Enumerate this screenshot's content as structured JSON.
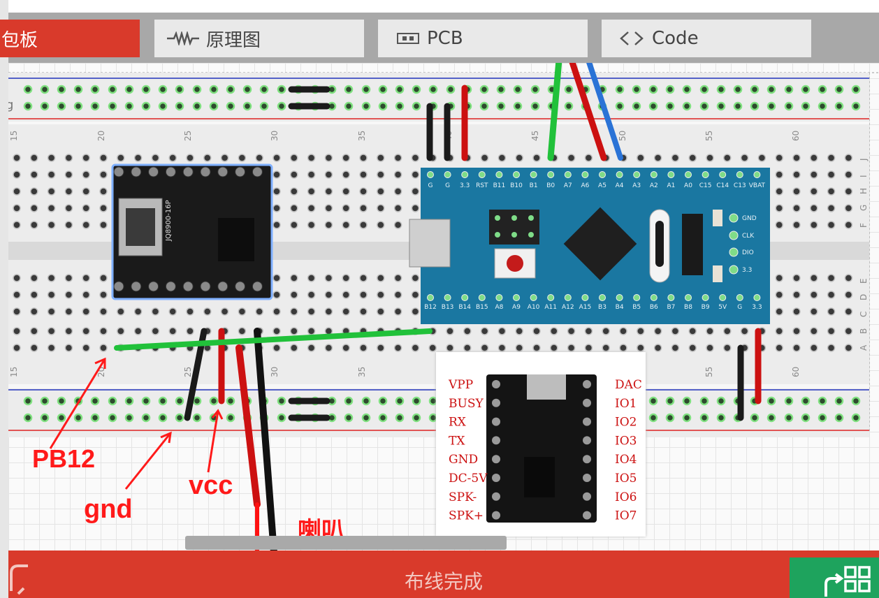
{
  "tabs": [
    {
      "label": "包板",
      "icon": "breadboard-icon",
      "active": true
    },
    {
      "label": "原理图",
      "icon": "resistor-icon",
      "active": false
    },
    {
      "label": "PCB",
      "icon": "chip-icon",
      "active": false
    },
    {
      "label": "Code",
      "icon": "code-brackets-icon",
      "active": false
    }
  ],
  "breadboard": {
    "column_numbers": [
      "15",
      "20",
      "25",
      "30",
      "35",
      "40",
      "45",
      "50",
      "55",
      "60"
    ],
    "row_letters_top": [
      "J",
      "I",
      "H",
      "G",
      "F"
    ],
    "row_letters_bottom": [
      "E",
      "D",
      "C",
      "B",
      "A"
    ],
    "edge_letter": "g"
  },
  "stm32": {
    "top_pins": [
      "G",
      "G",
      "3.3",
      "RST",
      "B11",
      "B10",
      "B1",
      "B0",
      "A7",
      "A6",
      "A5",
      "A4",
      "A3",
      "A2",
      "A1",
      "A0",
      "C15",
      "C14",
      "C13",
      "VBAT"
    ],
    "bottom_pins": [
      "B12",
      "B13",
      "B14",
      "B15",
      "A8",
      "A9",
      "A10",
      "A11",
      "A12",
      "A15",
      "B3",
      "B4",
      "B5",
      "B6",
      "B7",
      "B8",
      "B9",
      "5V",
      "G",
      "3.3"
    ],
    "side_pins": [
      "GND",
      "CLK",
      "DIO",
      "3.3"
    ]
  },
  "mp3_module": {
    "left_pins": [
      "VPP",
      "BUSY",
      "RX",
      "TX",
      "GND",
      "DC-5V",
      "SPK-",
      "SPK+"
    ],
    "right_pins": [
      "DAC",
      "IO1",
      "IO2",
      "IO3",
      "IO4",
      "IO5",
      "IO6",
      "IO7"
    ],
    "chip_marking": "JQ8900-16P"
  },
  "annotations": {
    "pb12": "PB12",
    "gnd": "gnd",
    "vcc": "vcc",
    "speaker": "喇叭"
  },
  "status": {
    "text": "布线完成"
  },
  "colors": {
    "accent_red": "#d93a2b",
    "go_green": "#1ea35d",
    "stm32_blue": "#1a77a1",
    "wire_green": "#21c13a",
    "wire_red": "#cc1111",
    "wire_black": "#1a1a1a",
    "wire_blue": "#2a73d6"
  }
}
